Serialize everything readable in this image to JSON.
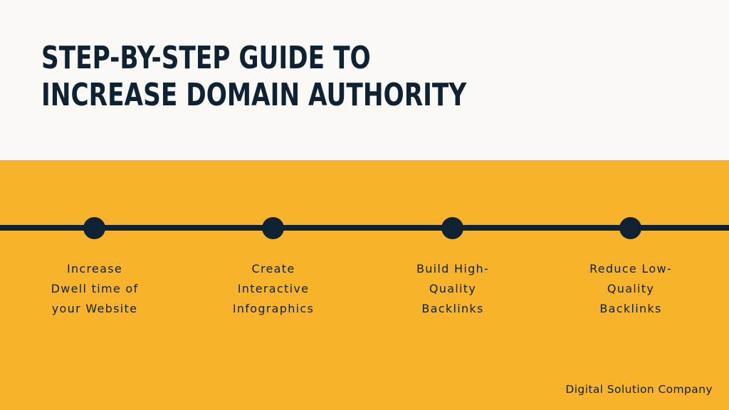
{
  "title": {
    "line1": "STEP-BY-STEP GUIDE TO",
    "line2": "INCREASE DOMAIN AUTHORITY"
  },
  "steps": [
    {
      "lines": [
        "Increase",
        "Dwell time of",
        "your Website"
      ]
    },
    {
      "lines": [
        "Create",
        "Interactive",
        "Infographics"
      ]
    },
    {
      "lines": [
        "Build High-",
        "Quality",
        "Backlinks"
      ]
    },
    {
      "lines": [
        "Reduce Low-",
        "Quality",
        "Backlinks"
      ]
    }
  ],
  "footer": "Digital Solution Company",
  "colors": {
    "background": "#fbf9f5",
    "band": "#f8b32b",
    "ink": "#0f2233"
  }
}
